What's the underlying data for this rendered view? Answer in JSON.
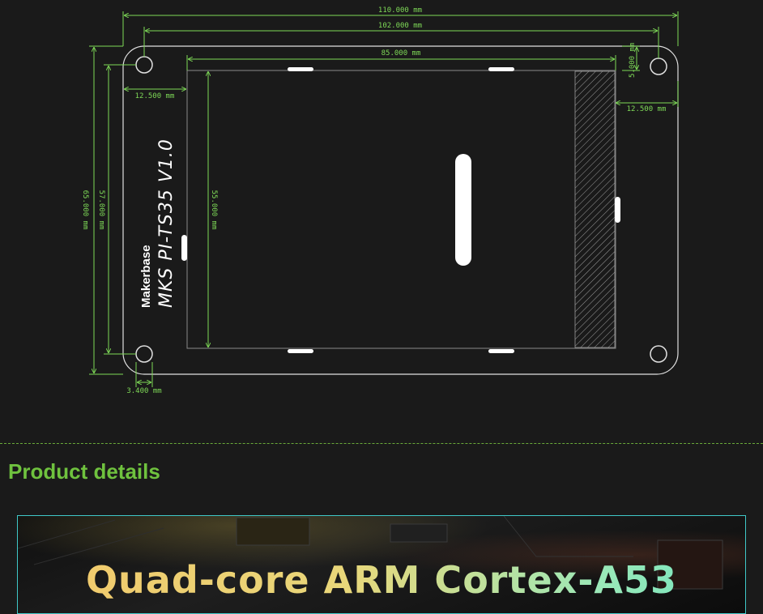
{
  "drawing": {
    "board": {
      "brand": "Makerbase",
      "model": "MKS PI-TS35 V1.0"
    },
    "dimensions": {
      "overall_width": "110.000 mm",
      "hole_spacing_x": "102.000 mm",
      "display_width": "85.000 mm",
      "hole_offset_top": "5.000 mm",
      "left_margin": "12.500 mm",
      "right_margin": "12.500 mm",
      "overall_height": "65.000 mm",
      "hole_spacing_y": "57.000 mm",
      "display_height": "55.000 mm",
      "hole_offset_left": "3.400 mm"
    },
    "colors": {
      "dimension": "#7ed957",
      "outline": "#e0e0e0",
      "background": "#1a1a1a"
    }
  },
  "details": {
    "section_title": "Product details",
    "banner_title": "Quad-core ARM Cortex-A53"
  }
}
